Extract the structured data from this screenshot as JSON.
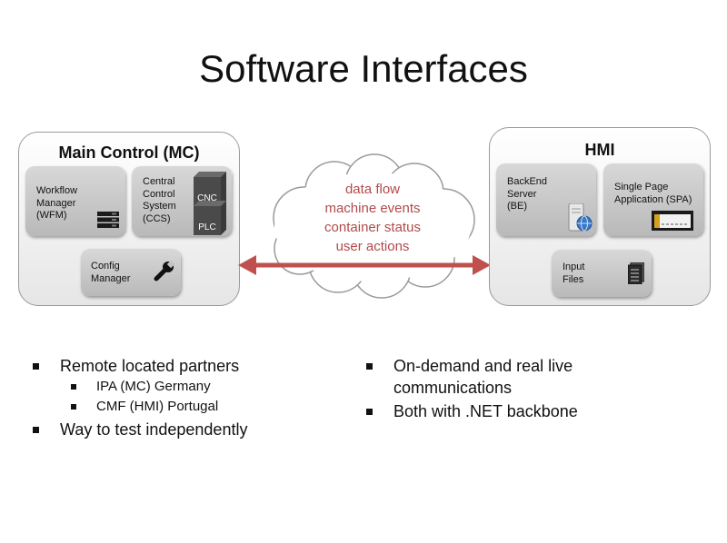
{
  "title": "Software Interfaces",
  "main_control": {
    "title": "Main Control (MC)",
    "workflow_manager": [
      "Workflow",
      "Manager",
      "(WFM)"
    ],
    "central_control": [
      "Central",
      "Control",
      "System",
      "(CCS)"
    ],
    "cnc": "CNC",
    "plc": "PLC",
    "config_manager": [
      "Config",
      "Manager"
    ]
  },
  "cloud": {
    "lines": [
      "data flow",
      "machine events",
      "container status",
      "user actions"
    ],
    "color": "#b24a4a"
  },
  "arrow_color": "#c0504d",
  "hmi": {
    "title": "HMI",
    "backend": [
      "BackEnd",
      "Server",
      "(BE)"
    ],
    "spa": [
      "Single Page",
      "Application (SPA)"
    ],
    "input_files": [
      "Input",
      "Files"
    ]
  },
  "bullets_left": {
    "item1": "Remote located partners",
    "sub1": "IPA (MC) Germany",
    "sub2": "CMF (HMI) Portugal",
    "item2": "Way to test independently"
  },
  "bullets_right": {
    "item1_line1": "On-demand and real live",
    "item1_line2": "communications",
    "item2": "Both with .NET backbone"
  }
}
